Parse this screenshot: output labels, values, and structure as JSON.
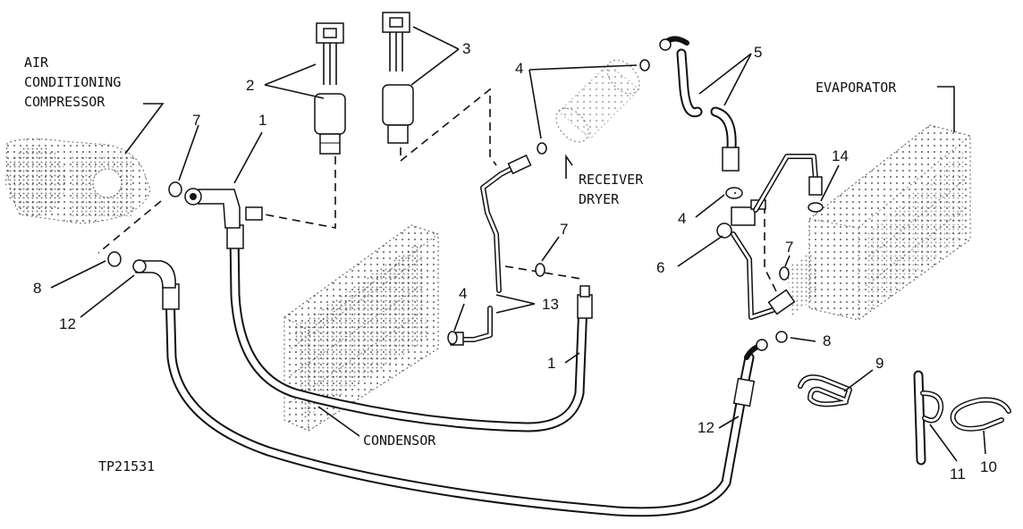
{
  "labels": {
    "compressor_line1": "AIR",
    "compressor_line2": "CONDITIONING",
    "compressor_line3": "COMPRESSOR",
    "evaporator": "EVAPORATOR",
    "receiver_line1": "RECEIVER",
    "receiver_line2": "DRYER",
    "condensor": "CONDENSOR",
    "figure_id": "TP21531"
  },
  "callouts": {
    "c1_top": "1",
    "c1_bottom": "1",
    "c2": "2",
    "c3": "3",
    "c4_top": "4",
    "c4_mid": "4",
    "c4_low": "4",
    "c5": "5",
    "c6": "6",
    "c7_left": "7",
    "c7_mid": "7",
    "c7_right": "7",
    "c8_left": "8",
    "c8_right": "8",
    "c9": "9",
    "c10": "10",
    "c11": "11",
    "c12_left": "12",
    "c12_right": "12",
    "c13": "13",
    "c14": "14"
  }
}
